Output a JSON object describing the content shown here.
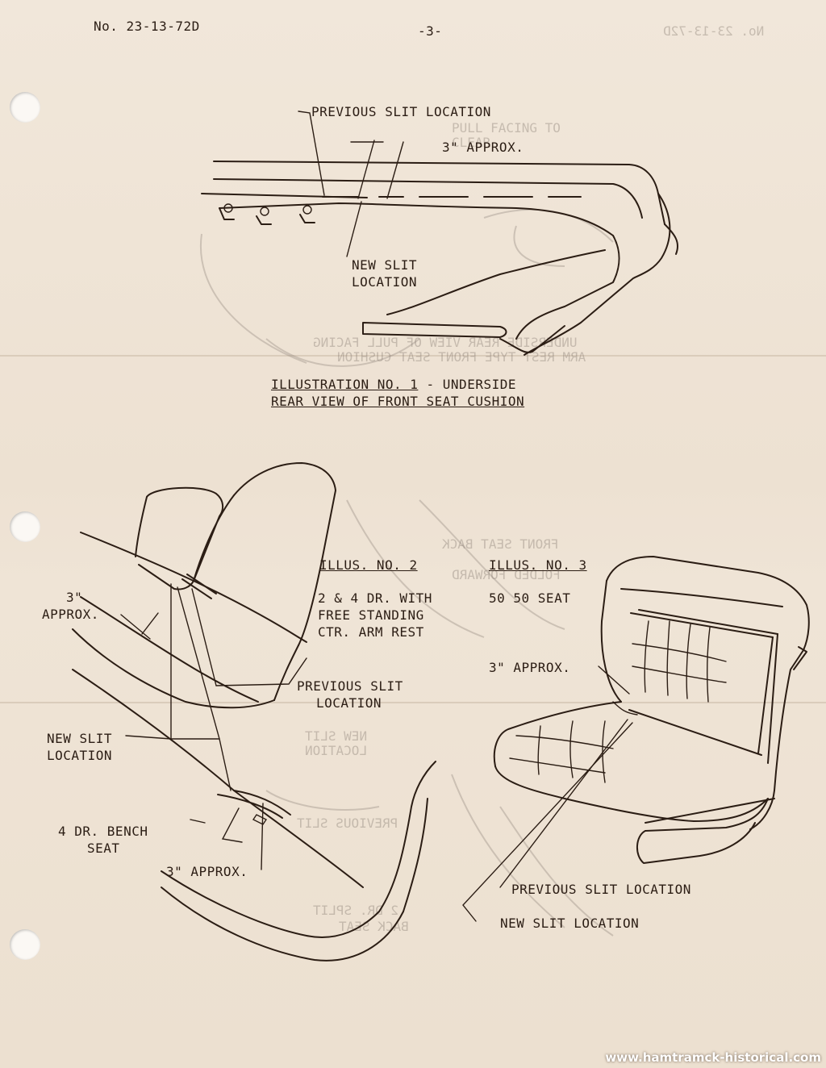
{
  "header": {
    "doc_number": "No. 23-13-72D",
    "page_number": "-3-",
    "bleed_number": "No. 23-13-72D"
  },
  "illustration1": {
    "label_prev_slit": "PREVIOUS SLIT LOCATION",
    "label_approx": "3\" APPROX.",
    "label_new_slit_1": "NEW SLIT",
    "label_new_slit_2": "LOCATION",
    "caption_1a": "ILLUSTRATION NO. 1",
    "caption_1b": " - UNDERSIDE",
    "caption_2": "REAR VIEW OF FRONT SEAT CUSHION"
  },
  "illustration2": {
    "title": "ILLUS. NO. 2",
    "desc_1": "2 & 4 DR. WITH",
    "desc_2": "FREE STANDING",
    "desc_3": "CTR. ARM REST",
    "approx_1": "3\"",
    "approx_2": "APPROX.",
    "prev_1": "PREVIOUS SLIT",
    "prev_2": "LOCATION",
    "new_1": "NEW SLIT",
    "new_2": "LOCATION",
    "bench_1": "4 DR. BENCH",
    "bench_2": "SEAT",
    "bottom_approx": "3\" APPROX."
  },
  "illustration3": {
    "title": "ILLUS. NO. 3",
    "desc": "50 50 SEAT",
    "approx": "3\" APPROX.",
    "prev": "PREVIOUS SLIT LOCATION",
    "new": "NEW SLIT LOCATION"
  },
  "bleed_through": {
    "b1": "PULL FACING TO",
    "b2": "CLEAR",
    "b3": "UNDERSIDE REAR VIEW OF PULL FACING",
    "b4": "ARM REST TYPE FRONT SEAT CUSHION",
    "b5": "FRONT SEAT BACK",
    "b6": "FOLDED FORWARD",
    "b7": "NEW SLIT",
    "b8": "LOCATION",
    "b9": "PREVIOUS SLIT",
    "b10": "2 DR. SPLIT",
    "b11": "BACK SEAT"
  },
  "watermark": "www.hamtramck-historical.com"
}
